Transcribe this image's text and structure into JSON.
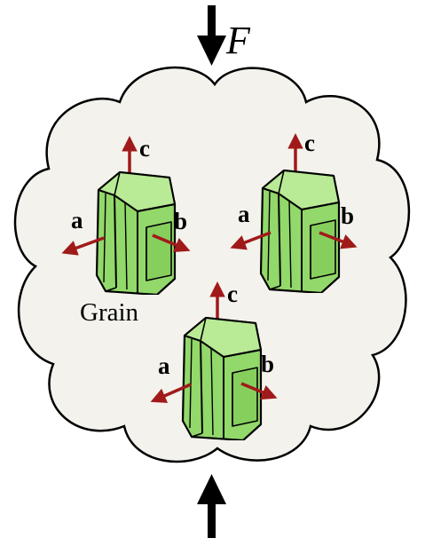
{
  "force": {
    "label": "F"
  },
  "grain_label": "Grain",
  "axis_labels": {
    "a": "a",
    "b": "b",
    "c": "c"
  },
  "colors": {
    "cloud_fill": "#f3f2ec",
    "cloud_stroke": "#000000",
    "crystal_fill": "#92d86a",
    "crystal_light": "#b9ea96",
    "crystal_stroke": "#000000",
    "axis_arrow": "#a01a1a",
    "force_arrow": "#000000"
  }
}
